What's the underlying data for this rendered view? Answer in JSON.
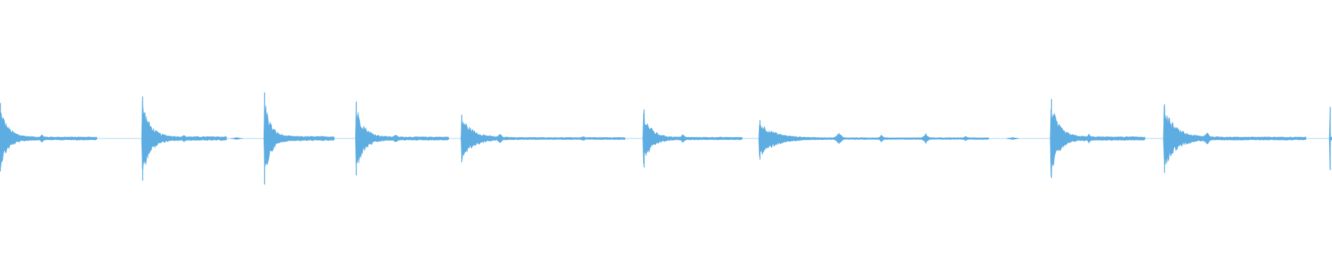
{
  "waveform": {
    "color": "#5dade2",
    "background": "#ffffff",
    "num_bins": 1920,
    "events": [
      {
        "onset": 0.0,
        "peak_up": 0.27,
        "peak_down": 0.25,
        "decay": 1.6,
        "tail_end": 0.0724
      },
      {
        "onset": 0.1068,
        "peak_up": 0.32,
        "peak_down": 0.32,
        "decay": 1.4,
        "tail_end": 0.1698
      },
      {
        "onset": 0.1984,
        "peak_up": 0.35,
        "peak_down": 0.35,
        "decay": 1.5,
        "tail_end": 0.2505
      },
      {
        "onset": 0.2672,
        "peak_up": 0.28,
        "peak_down": 0.28,
        "decay": 1.5,
        "tail_end": 0.3365
      },
      {
        "onset": 0.3464,
        "peak_up": 0.18,
        "peak_down": 0.18,
        "decay": 1.8,
        "tail_end": 0.4688
      },
      {
        "onset": 0.4833,
        "peak_up": 0.22,
        "peak_down": 0.22,
        "decay": 1.6,
        "tail_end": 0.5573
      },
      {
        "onset": 0.5703,
        "peak_up": 0.14,
        "peak_down": 0.16,
        "decay": 2.0,
        "tail_end": 0.7422
      },
      {
        "onset": 0.7891,
        "peak_up": 0.3,
        "peak_down": 0.3,
        "decay": 1.5,
        "tail_end": 0.8594
      },
      {
        "onset": 0.874,
        "peak_up": 0.26,
        "peak_down": 0.26,
        "decay": 1.6,
        "tail_end": 0.9802
      },
      {
        "onset": 0.9984,
        "peak_up": 0.24,
        "peak_down": 0.24,
        "decay": 1.4,
        "tail_end": 1.0
      }
    ],
    "secondary_bursts": [
      {
        "at": 0.0312,
        "amp": 0.035
      },
      {
        "at": 0.0625,
        "amp": 0.012
      },
      {
        "at": 0.138,
        "amp": 0.03
      },
      {
        "at": 0.1776,
        "amp": 0.01
      },
      {
        "at": 0.226,
        "amp": 0.025
      },
      {
        "at": 0.2969,
        "amp": 0.04
      },
      {
        "at": 0.3281,
        "amp": 0.012
      },
      {
        "at": 0.375,
        "amp": 0.045
      },
      {
        "at": 0.4375,
        "amp": 0.02
      },
      {
        "at": 0.4625,
        "amp": 0.01
      },
      {
        "at": 0.513,
        "amp": 0.04
      },
      {
        "at": 0.6302,
        "amp": 0.055
      },
      {
        "at": 0.662,
        "amp": 0.03
      },
      {
        "at": 0.6953,
        "amp": 0.04
      },
      {
        "at": 0.725,
        "amp": 0.02
      },
      {
        "at": 0.7604,
        "amp": 0.012
      },
      {
        "at": 0.8177,
        "amp": 0.035
      },
      {
        "at": 0.9063,
        "amp": 0.06
      }
    ]
  }
}
